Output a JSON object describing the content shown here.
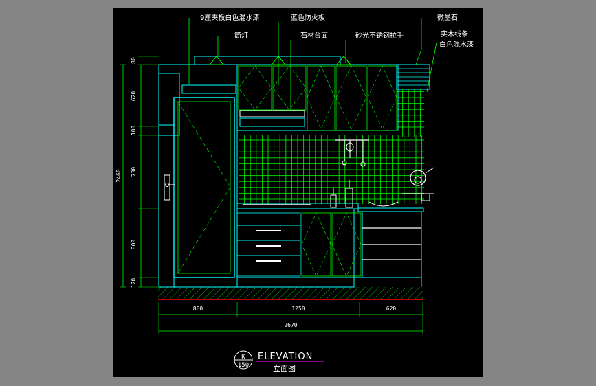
{
  "colors": {
    "background": "#858585",
    "paper": "#000000",
    "outline_cyan": "#00ffff",
    "leader_green": "#00ff00",
    "text": "#ffffff",
    "floor_red": "#ff0000",
    "title_line": "#ff00ff"
  },
  "labels": {
    "plywood_paint": "9厘夹板白色混水漆",
    "blue_board": "蓝色防火板",
    "micro_crystal": "微晶石",
    "downlight": "筒灯",
    "stone_counter": "石材台面",
    "steel_handle": "砂光不锈钢拉手",
    "wood_trim": "实木线条",
    "white_paint": "白色混水漆"
  },
  "dimensions": {
    "vertical": {
      "top": "80",
      "upper_cabinet": "620",
      "gap": "100",
      "backsplash": "730",
      "base_cabinet": "800",
      "plinth": "120",
      "total": "2460"
    },
    "horizontal": {
      "left": "800",
      "middle": "1250",
      "right": "620",
      "total": "2670"
    }
  },
  "title": {
    "symbol_top": "K",
    "symbol_bottom": "150",
    "name_en": "ELEVATION",
    "name_cn": "立面图"
  }
}
